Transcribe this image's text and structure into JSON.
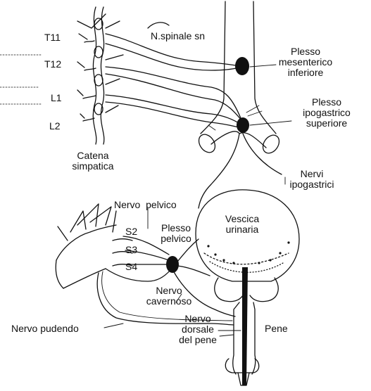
{
  "labels": {
    "t11": "T11",
    "t12": "T12",
    "l1": "L1",
    "l2": "L2",
    "catena": [
      "Catena",
      "simpatica"
    ],
    "n_spinale": "N.spinale sn",
    "plesso_mesenterico": [
      "Plesso",
      "mesenterico",
      "inferiore"
    ],
    "plesso_ipogastrico": [
      "Plesso",
      "ipogastrico",
      "superiore"
    ],
    "nervi_ipogastrici": [
      "Nervi",
      "ipogastrici"
    ],
    "nervo_pelvico": "Nervo  pelvico",
    "s2": "S2",
    "s3": "S3",
    "s4": "S4",
    "plesso_pelvico": [
      "Plesso",
      "pelvico"
    ],
    "vescica": [
      "Vescica",
      "urinaria"
    ],
    "nervo_cavernoso": [
      "Nervo",
      "cavernoso"
    ],
    "nervo_pudendo": "Nervo pudendo",
    "nervo_dorsale": [
      "Nervo",
      "dorsale",
      "del pene"
    ],
    "pene": "Pene"
  },
  "colors": {
    "ink": "#111111",
    "paper": "#ffffff"
  }
}
